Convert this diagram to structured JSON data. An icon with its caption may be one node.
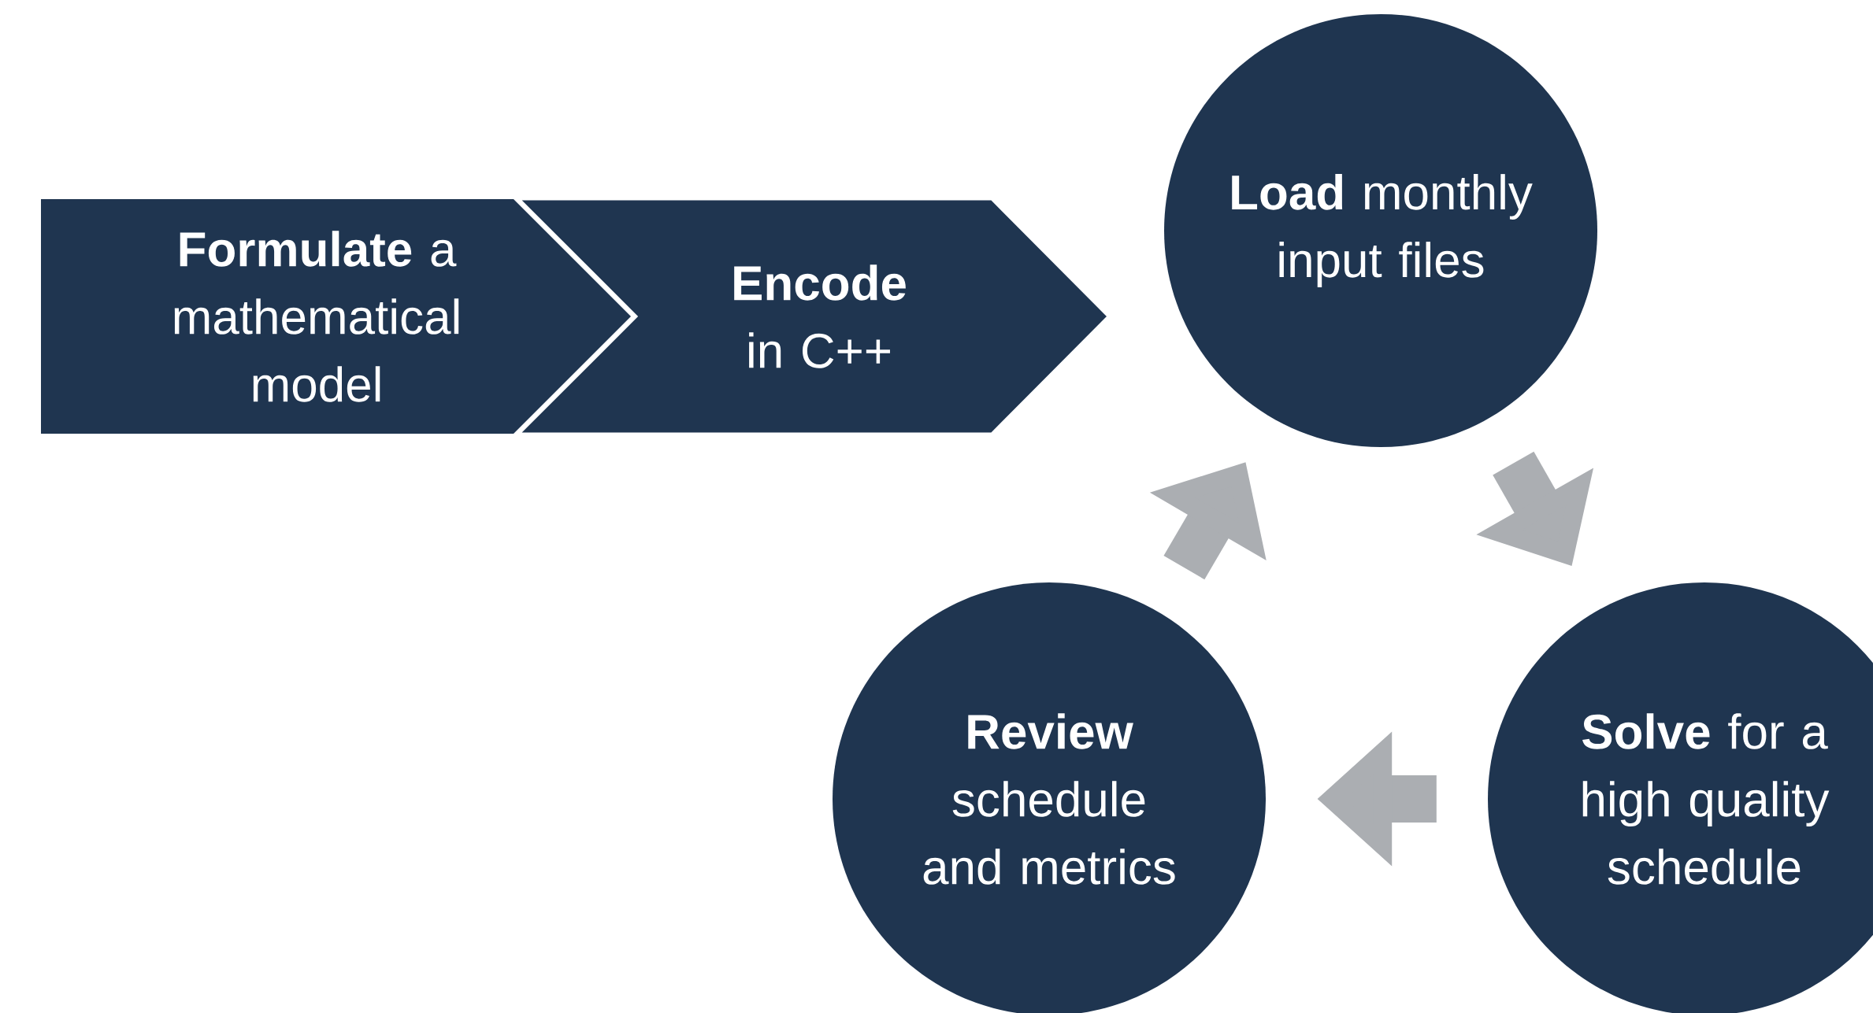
{
  "diagram": {
    "nodes": [
      {
        "text": [
          "**Formulate** a mathematical model"
        ]
      },
      {
        "text": [
          "**Encode** in C++"
        ]
      },
      {
        "text": [
          "**Load** monthly input files"
        ]
      },
      {
        "text": [
          "**Solve** for a high quality schedule"
        ]
      },
      {
        "text": [
          "**Review** schedule and metrics"
        ]
      }
    ],
    "edges": [
      {
        "from": 2,
        "to": 3,
        "arrow": "to"
      },
      {
        "from": 3,
        "to": 4,
        "arrow": "to"
      },
      {
        "from": 4,
        "to": 2,
        "arrow": "to"
      }
    ]
  }
}
